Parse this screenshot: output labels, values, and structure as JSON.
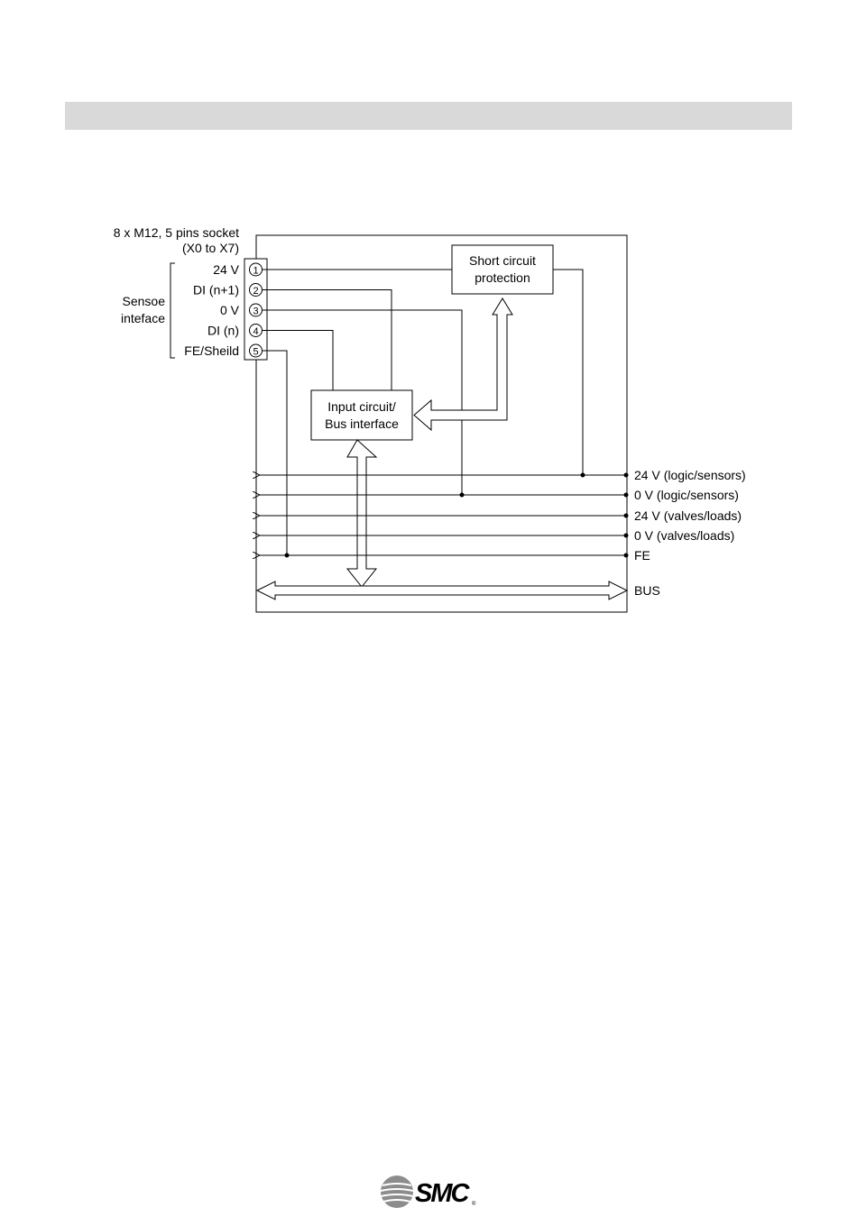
{
  "diagram": {
    "connector_title": [
      "8 x M12, 5 pins socket",
      "(X0 to X7)"
    ],
    "interface_label": [
      "Sensoe",
      "inteface"
    ],
    "pins": [
      {
        "num": "1",
        "label": "24 V"
      },
      {
        "num": "2",
        "label": "DI (n+1)"
      },
      {
        "num": "3",
        "label": "0 V"
      },
      {
        "num": "4",
        "label": "DI (n)"
      },
      {
        "num": "5",
        "label": "FE/Sheild"
      }
    ],
    "short_circuit_box": [
      "Short circuit",
      "protection"
    ],
    "input_box": [
      "Input circuit/",
      "Bus interface"
    ],
    "rails": [
      "24 V (logic/sensors)",
      "0 V (logic/sensors)",
      "24 V (valves/loads)",
      "0 V (valves/loads)",
      "FE"
    ],
    "bus_label": "BUS"
  },
  "logo": {
    "text": "SMC",
    "mark": "®"
  }
}
